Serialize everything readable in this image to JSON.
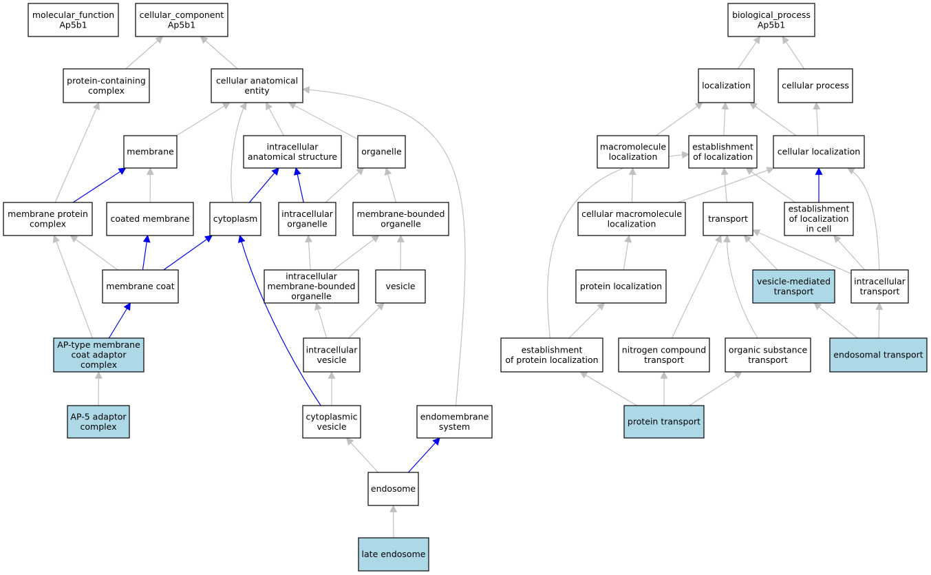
{
  "colors": {
    "node_fill": "#ffffff",
    "highlight_fill": "#add8e6",
    "node_stroke": "#000000",
    "edge_default": "#c0c0c0",
    "edge_highlight": "#0000ee"
  },
  "nodes": [
    {
      "id": "mf",
      "lines": [
        "molecular_function",
        "Ap5b1"
      ],
      "highlight": false
    },
    {
      "id": "cc",
      "lines": [
        "cellular_component",
        "Ap5b1"
      ],
      "highlight": false
    },
    {
      "id": "pcc",
      "lines": [
        "protein-containing",
        "complex"
      ],
      "highlight": false
    },
    {
      "id": "cae",
      "lines": [
        "cellular anatomical",
        "entity"
      ],
      "highlight": false
    },
    {
      "id": "membrane",
      "lines": [
        "membrane"
      ],
      "highlight": false
    },
    {
      "id": "ias",
      "lines": [
        "intracellular",
        "anatomical structure"
      ],
      "highlight": false
    },
    {
      "id": "organelle",
      "lines": [
        "organelle"
      ],
      "highlight": false
    },
    {
      "id": "mpc",
      "lines": [
        "membrane protein",
        "complex"
      ],
      "highlight": false
    },
    {
      "id": "coated",
      "lines": [
        "coated membrane"
      ],
      "highlight": false
    },
    {
      "id": "cytoplasm",
      "lines": [
        "cytoplasm"
      ],
      "highlight": false
    },
    {
      "id": "io",
      "lines": [
        "intracellular",
        "organelle"
      ],
      "highlight": false
    },
    {
      "id": "mbo",
      "lines": [
        "membrane-bounded",
        "organelle"
      ],
      "highlight": false
    },
    {
      "id": "mcoat",
      "lines": [
        "membrane coat"
      ],
      "highlight": false
    },
    {
      "id": "imbo",
      "lines": [
        "intracellular",
        "membrane-bounded",
        "organelle"
      ],
      "highlight": false
    },
    {
      "id": "vesicle",
      "lines": [
        "vesicle"
      ],
      "highlight": false
    },
    {
      "id": "aptype",
      "lines": [
        "AP-type membrane",
        "coat adaptor",
        "complex"
      ],
      "highlight": true
    },
    {
      "id": "iv",
      "lines": [
        "intracellular",
        "vesicle"
      ],
      "highlight": false
    },
    {
      "id": "ap5",
      "lines": [
        "AP-5 adaptor",
        "complex"
      ],
      "highlight": true
    },
    {
      "id": "cv",
      "lines": [
        "cytoplasmic",
        "vesicle"
      ],
      "highlight": false
    },
    {
      "id": "ems",
      "lines": [
        "endomembrane",
        "system"
      ],
      "highlight": false
    },
    {
      "id": "endosome",
      "lines": [
        "endosome"
      ],
      "highlight": false
    },
    {
      "id": "late",
      "lines": [
        "late endosome"
      ],
      "highlight": true
    },
    {
      "id": "bp",
      "lines": [
        "biological_process",
        "Ap5b1"
      ],
      "highlight": false
    },
    {
      "id": "loc",
      "lines": [
        "localization"
      ],
      "highlight": false
    },
    {
      "id": "cp",
      "lines": [
        "cellular process"
      ],
      "highlight": false
    },
    {
      "id": "mml",
      "lines": [
        "macromolecule",
        "localization"
      ],
      "highlight": false
    },
    {
      "id": "eol",
      "lines": [
        "establishment",
        "of localization"
      ],
      "highlight": false
    },
    {
      "id": "cl",
      "lines": [
        "cellular localization"
      ],
      "highlight": false
    },
    {
      "id": "cmml",
      "lines": [
        "cellular macromolecule",
        "localization"
      ],
      "highlight": false
    },
    {
      "id": "transport",
      "lines": [
        "transport"
      ],
      "highlight": false
    },
    {
      "id": "eolc",
      "lines": [
        "establishment",
        "of localization",
        "in cell"
      ],
      "highlight": false
    },
    {
      "id": "pl",
      "lines": [
        "protein localization"
      ],
      "highlight": false
    },
    {
      "id": "vmt",
      "lines": [
        "vesicle-mediated",
        "transport"
      ],
      "highlight": true
    },
    {
      "id": "it",
      "lines": [
        "intracellular",
        "transport"
      ],
      "highlight": false
    },
    {
      "id": "epl",
      "lines": [
        "establishment",
        "of protein localization"
      ],
      "highlight": false
    },
    {
      "id": "nct",
      "lines": [
        "nitrogen compound",
        "transport"
      ],
      "highlight": false
    },
    {
      "id": "ost",
      "lines": [
        "organic substance",
        "transport"
      ],
      "highlight": false
    },
    {
      "id": "et",
      "lines": [
        "endosomal transport"
      ],
      "highlight": true
    },
    {
      "id": "pt",
      "lines": [
        "protein transport"
      ],
      "highlight": true
    }
  ],
  "edges": [
    {
      "from": "pcc",
      "to": "cc",
      "highlight": false
    },
    {
      "from": "cae",
      "to": "cc",
      "highlight": false
    },
    {
      "from": "membrane",
      "to": "cae",
      "highlight": false
    },
    {
      "from": "cytoplasm",
      "to": "cae",
      "highlight": false
    },
    {
      "from": "ias",
      "to": "cae",
      "highlight": false
    },
    {
      "from": "organelle",
      "to": "cae",
      "highlight": false
    },
    {
      "from": "ems",
      "to": "cae",
      "highlight": false
    },
    {
      "from": "mpc",
      "to": "pcc",
      "highlight": false
    },
    {
      "from": "mpc",
      "to": "membrane",
      "highlight": true
    },
    {
      "from": "coated",
      "to": "membrane",
      "highlight": false
    },
    {
      "from": "cytoplasm",
      "to": "ias",
      "highlight": true
    },
    {
      "from": "io",
      "to": "ias",
      "highlight": true
    },
    {
      "from": "io",
      "to": "organelle",
      "highlight": false
    },
    {
      "from": "mbo",
      "to": "organelle",
      "highlight": false
    },
    {
      "from": "mcoat",
      "to": "mpc",
      "highlight": false
    },
    {
      "from": "mcoat",
      "to": "coated",
      "highlight": true
    },
    {
      "from": "mcoat",
      "to": "cytoplasm",
      "highlight": true
    },
    {
      "from": "imbo",
      "to": "io",
      "highlight": false
    },
    {
      "from": "imbo",
      "to": "mbo",
      "highlight": false
    },
    {
      "from": "vesicle",
      "to": "mbo",
      "highlight": false
    },
    {
      "from": "aptype",
      "to": "mpc",
      "highlight": false
    },
    {
      "from": "aptype",
      "to": "mcoat",
      "highlight": true
    },
    {
      "from": "iv",
      "to": "imbo",
      "highlight": false
    },
    {
      "from": "iv",
      "to": "vesicle",
      "highlight": false
    },
    {
      "from": "ap5",
      "to": "aptype",
      "highlight": false
    },
    {
      "from": "cv",
      "to": "iv",
      "highlight": false
    },
    {
      "from": "cv",
      "to": "cytoplasm",
      "highlight": true
    },
    {
      "from": "endosome",
      "to": "cv",
      "highlight": false
    },
    {
      "from": "endosome",
      "to": "ems",
      "highlight": true
    },
    {
      "from": "late",
      "to": "endosome",
      "highlight": false
    },
    {
      "from": "loc",
      "to": "bp",
      "highlight": false
    },
    {
      "from": "cp",
      "to": "bp",
      "highlight": false
    },
    {
      "from": "mml",
      "to": "loc",
      "highlight": false
    },
    {
      "from": "eol",
      "to": "loc",
      "highlight": false
    },
    {
      "from": "cl",
      "to": "loc",
      "highlight": false
    },
    {
      "from": "cl",
      "to": "cp",
      "highlight": false
    },
    {
      "from": "cmml",
      "to": "mml",
      "highlight": false
    },
    {
      "from": "cmml",
      "to": "cl",
      "highlight": false
    },
    {
      "from": "transport",
      "to": "eol",
      "highlight": false
    },
    {
      "from": "eolc",
      "to": "eol",
      "highlight": false
    },
    {
      "from": "eolc",
      "to": "cl",
      "highlight": true
    },
    {
      "from": "pl",
      "to": "cmml",
      "highlight": false
    },
    {
      "from": "vmt",
      "to": "transport",
      "highlight": false
    },
    {
      "from": "it",
      "to": "transport",
      "highlight": false
    },
    {
      "from": "it",
      "to": "eolc",
      "highlight": false
    },
    {
      "from": "it",
      "to": "cl",
      "highlight": false
    },
    {
      "from": "epl",
      "to": "eol",
      "highlight": false
    },
    {
      "from": "epl",
      "to": "pl",
      "highlight": false
    },
    {
      "from": "nct",
      "to": "transport",
      "highlight": false
    },
    {
      "from": "ost",
      "to": "transport",
      "highlight": false
    },
    {
      "from": "et",
      "to": "vmt",
      "highlight": false
    },
    {
      "from": "et",
      "to": "it",
      "highlight": false
    },
    {
      "from": "pt",
      "to": "epl",
      "highlight": false
    },
    {
      "from": "pt",
      "to": "nct",
      "highlight": false
    },
    {
      "from": "pt",
      "to": "ost",
      "highlight": false
    }
  ]
}
